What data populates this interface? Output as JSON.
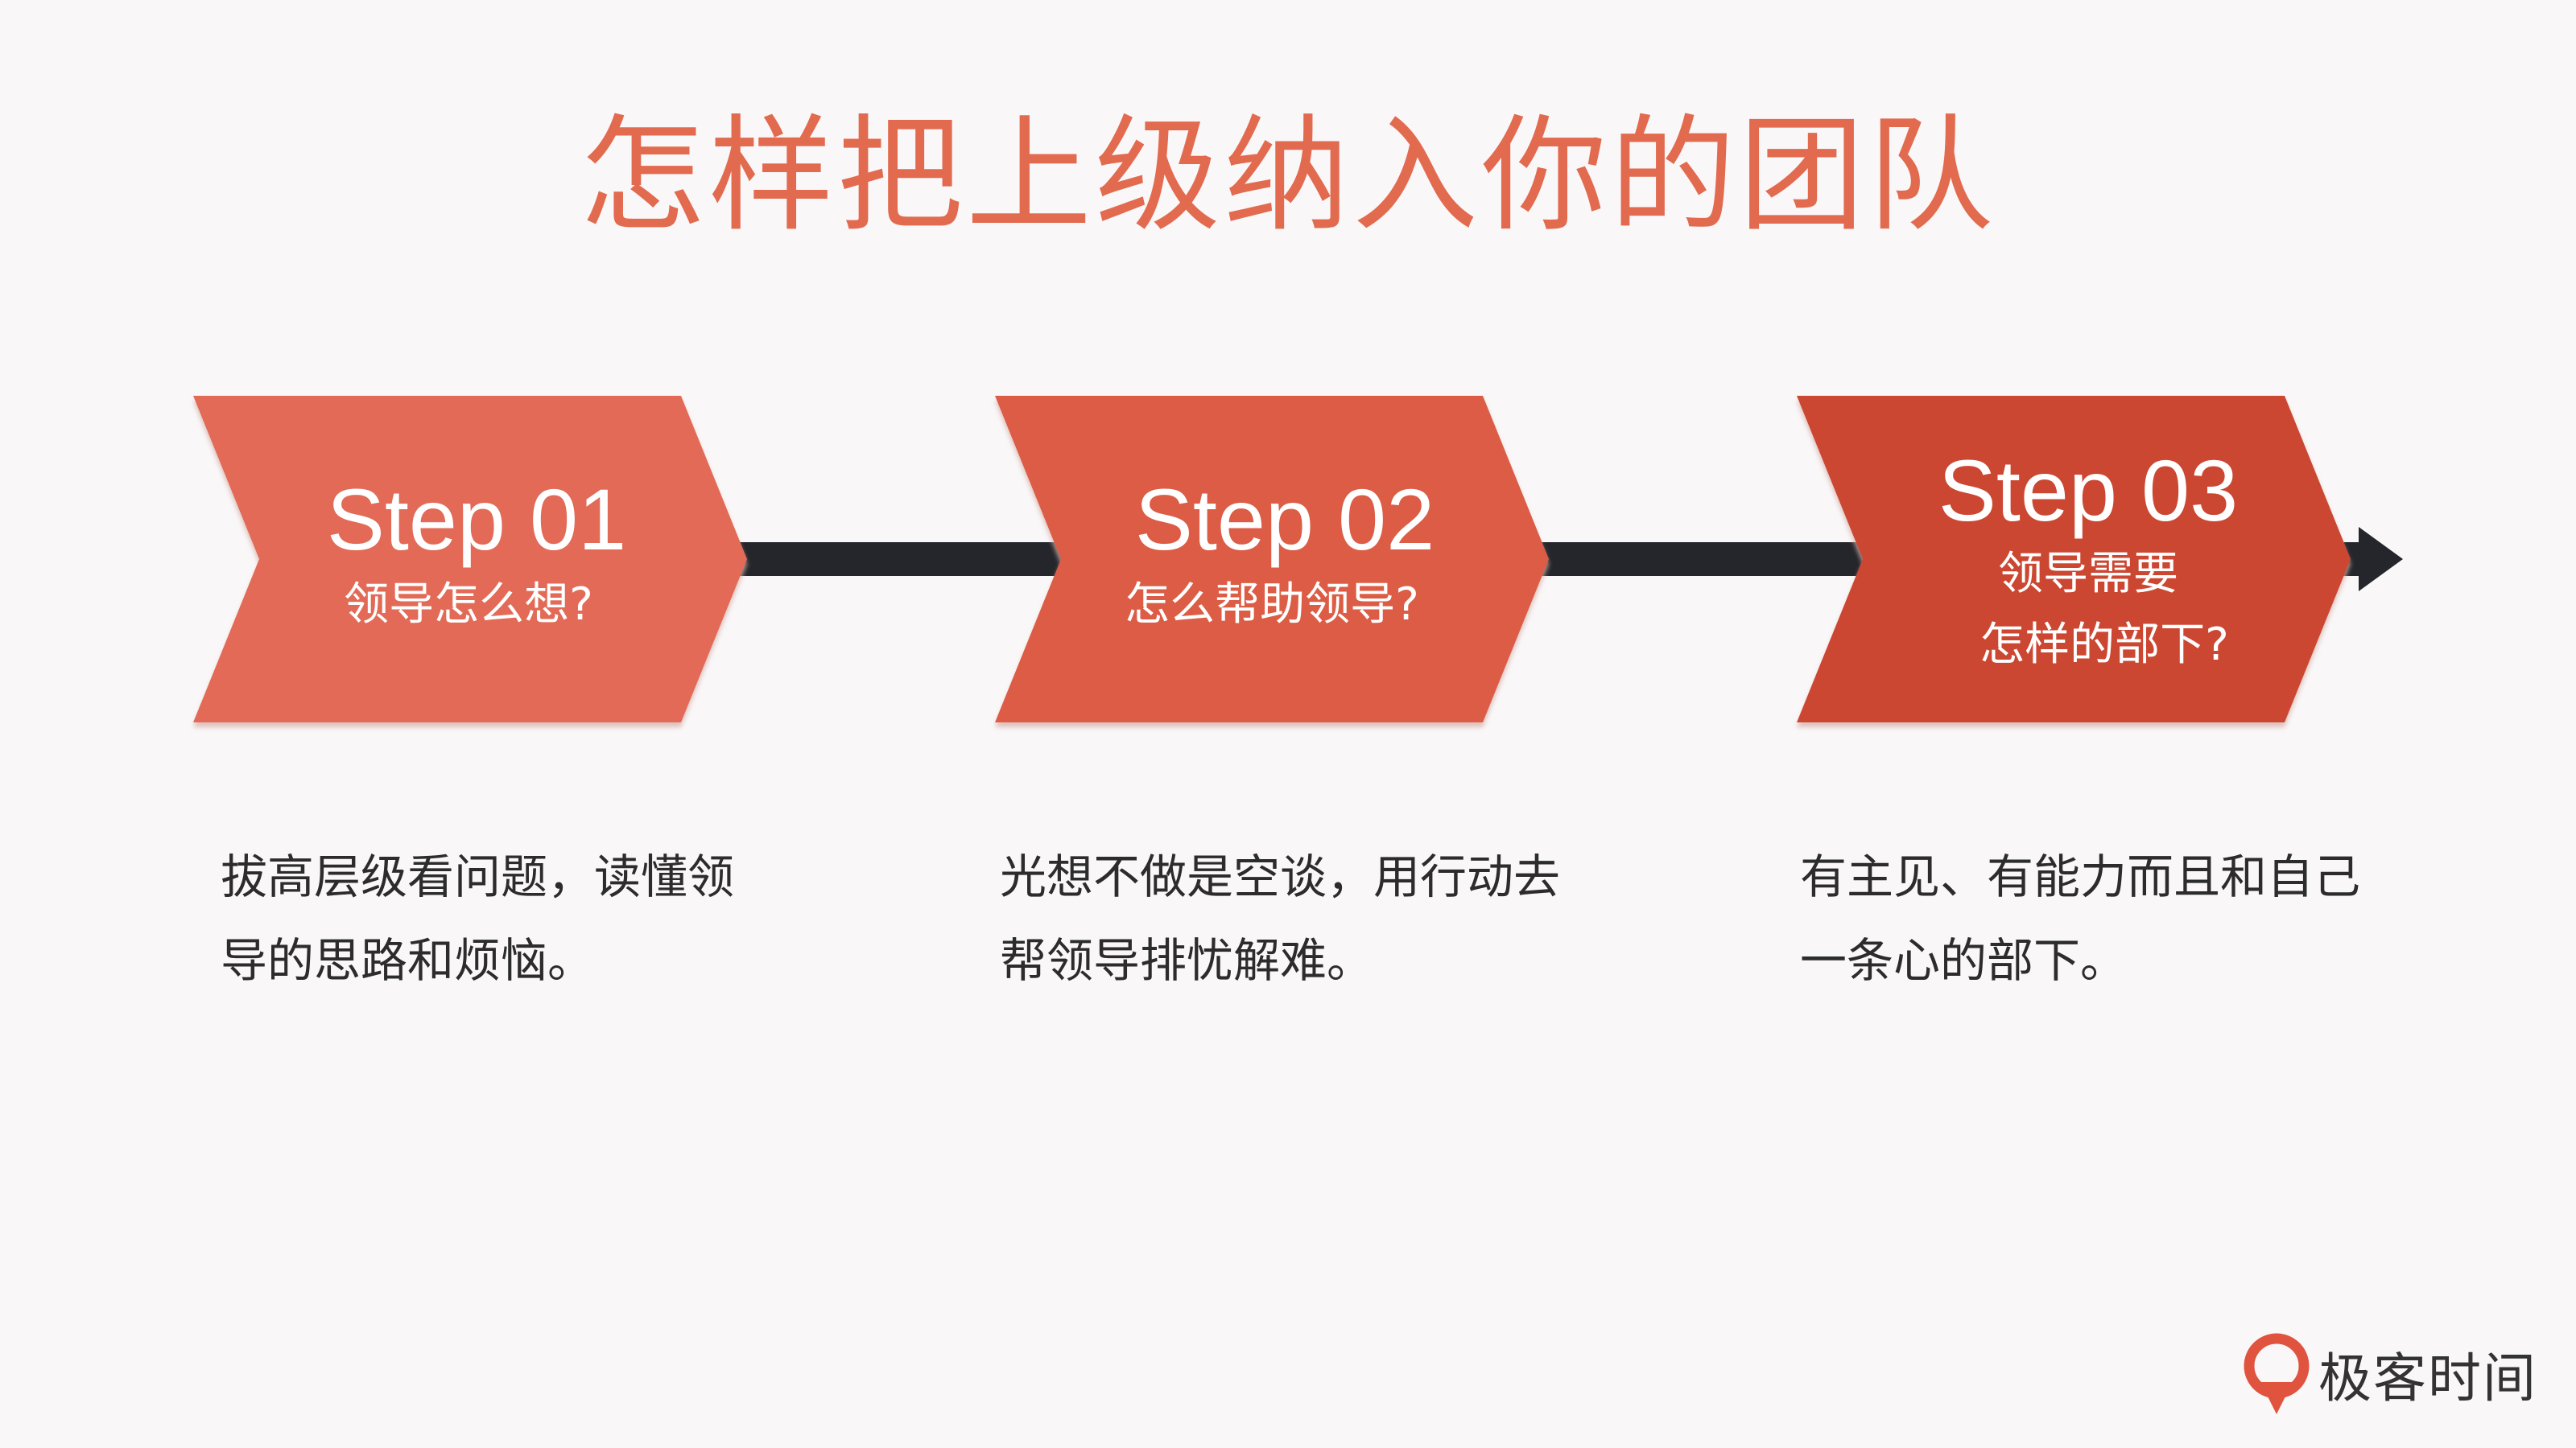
{
  "title": "怎样把上级纳入你的团队",
  "steps": [
    {
      "label": "Step 01",
      "subtitle_lines": [
        "领导怎么想?"
      ],
      "description_lines": [
        "拔高层级看问题，读懂领",
        "导的思路和烦恼。"
      ],
      "color": "#e26a56"
    },
    {
      "label": "Step 02",
      "subtitle_lines": [
        "怎么帮助领导?"
      ],
      "description_lines": [
        "光想不做是空谈，用行动去",
        "帮领导排忧解难。"
      ],
      "color": "#dc5b45"
    },
    {
      "label": "Step 03",
      "subtitle_lines": [
        "领导需要",
        "怎样的部下?"
      ],
      "description_lines": [
        "有主见、有能力而且和自己",
        "一条心的部下。"
      ],
      "color": "#cc4632"
    }
  ],
  "colors": {
    "title": "#e26a4f",
    "arrow_line": "#24262b",
    "text": "#2c2c2c"
  },
  "brand": {
    "name": "极客时间",
    "icon": "geek-time-logo-icon",
    "color": "#e0533f"
  }
}
